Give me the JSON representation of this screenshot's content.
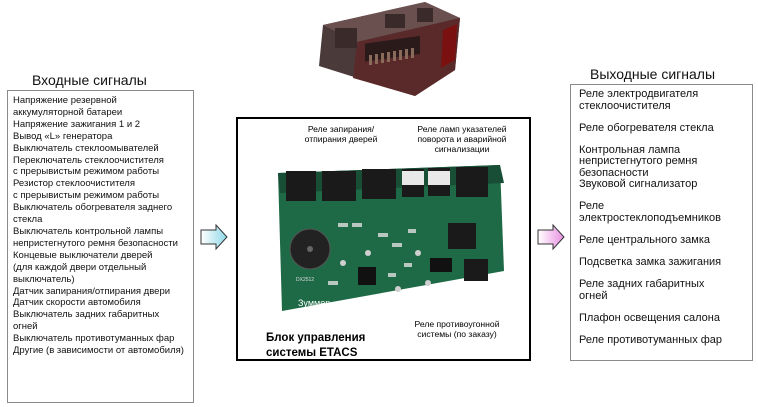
{
  "input_title": "Входные сигналы",
  "output_title": "Выходные сигналы",
  "inputs": [
    "Напряжение резервной",
    "аккумуляторной батареи",
    "Напряжение зажигания 1 и 2",
    "Вывод «L» генератора",
    "Выключатель стеклоомывателей",
    "Переключатель стеклоочистителя",
    "с прерывистым режимом работы",
    "Резистор стеклоочистителя",
    "с прерывистым режимом работы",
    "Выключатель обогревателя заднего",
    "стекла",
    "Выключатель контрольной лампы",
    "непристегнутого ремня безопасности",
    "Концевые выключатели дверей",
    "(для каждой двери отдельный",
    "выключатель)",
    "Датчик запирания/отпирания двери",
    "Датчик скорости автомобиля",
    "Выключатель задних габаритных",
    "огней",
    "Выключатель противотуманных фар",
    "Другие (в зависимости от автомобиля)"
  ],
  "outputs": [
    "Реле электродвигателя\nстеклоочистителя",
    "Реле обогревателя стекла",
    "Контрольная лампа\nнепристегнутого ремня\nбезопасности\nЗвуковой сигнализатор",
    "Реле\nэлектростеклоподъемников",
    "Реле центрального замка",
    "Подсветка замка зажигания",
    "Реле задних габаритных\nогней",
    "Плафон освещения салона",
    "Реле противотуманных фар"
  ],
  "center": {
    "label_lock": "Реле запирания/\nотпирания дверей",
    "label_turn": "Реле ламп указателей\nповорота и аварийной\nсигнализации",
    "label_buzzer": "Зуммер",
    "label_alarm": "Реле противоугонной\nсистемы (по заказу)",
    "title": "Блок управления\nсистемы ETACS",
    "chip_text": "DX2512"
  }
}
